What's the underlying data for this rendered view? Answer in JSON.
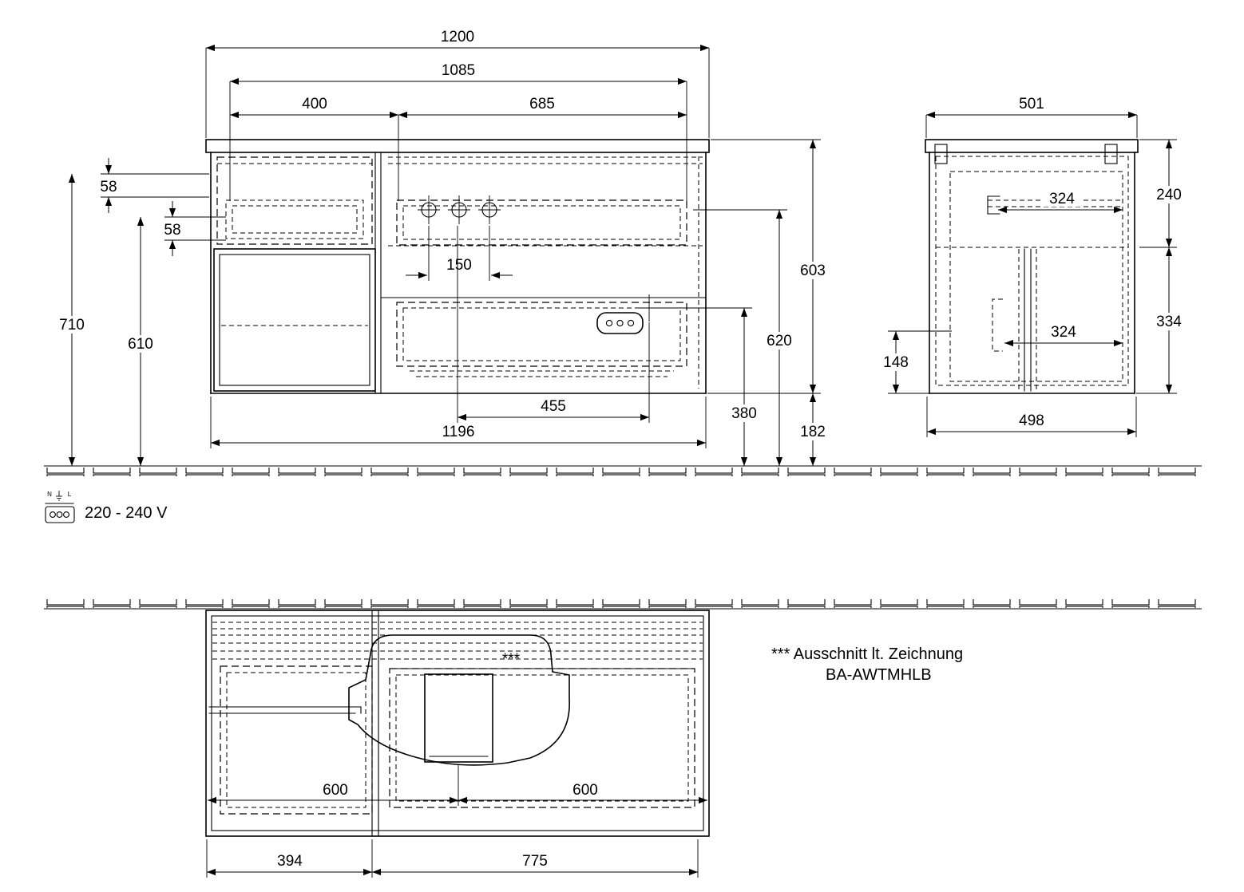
{
  "drawing": {
    "front_view": {
      "dims": {
        "overall_width": "1200",
        "inner_width": "1085",
        "left_section_width": "400",
        "right_section_width": "685",
        "top_gap": "58",
        "mid_gap": "58",
        "total_height": "710",
        "basin_underside_height": "610",
        "cabinet_height": "603",
        "faucet_height": "620",
        "faucet_hole_spacing": "150",
        "outlet_offset": "455",
        "carcass_width": "1196",
        "outlet_height": "380",
        "underside_clearance": "182"
      }
    },
    "side_view": {
      "dims": {
        "top_depth": "501",
        "upper_height": "240",
        "upper_inner_depth": "324",
        "lower_inner_depth": "324",
        "lower_height": "334",
        "recess_height": "148",
        "bottom_depth": "498"
      }
    },
    "plan_view": {
      "dims": {
        "basin_center_from_left": "600",
        "basin_center_from_right": "600",
        "left_unit_width": "394",
        "right_unit_width": "775"
      },
      "cutout_marker": "***"
    },
    "power": {
      "voltage": "220 - 240 V",
      "terminal_n": "N",
      "terminal_l": "L"
    },
    "note": {
      "line1": "*** Ausschnitt lt. Zeichnung",
      "line2": "BA-AWTMHLB"
    }
  }
}
